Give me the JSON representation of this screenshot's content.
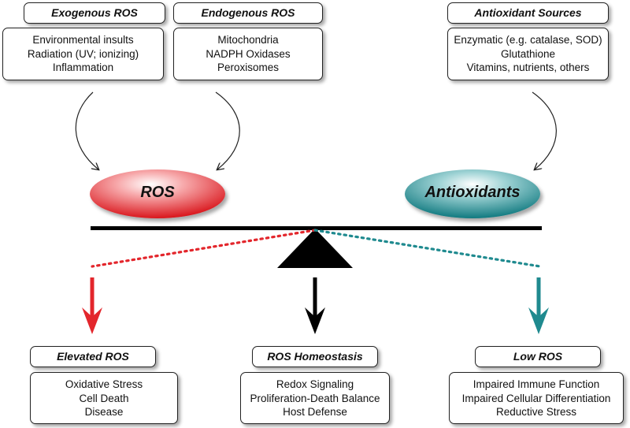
{
  "sources": {
    "exogenous": {
      "title": "Exogenous ROS",
      "items": [
        "Environmental insults",
        "Radiation (UV; ionizing)",
        "Inflammation"
      ]
    },
    "endogenous": {
      "title": "Endogenous ROS",
      "items": [
        "Mitochondria",
        "NADPH Oxidases",
        "Peroxisomes"
      ]
    },
    "antioxidant_sources": {
      "title": "Antioxidant Sources",
      "items": [
        "Enzymatic (e.g. catalase, SOD)",
        "Glutathione",
        "Vitamins, nutrients, others"
      ]
    }
  },
  "balance": {
    "ros_label": "ROS",
    "antioxidants_label": "Antioxidants",
    "colors": {
      "ros": "#e3262c",
      "antioxidants": "#1f8a8f",
      "homeostasis": "#111111"
    }
  },
  "outcomes": {
    "elevated": {
      "title": "Elevated ROS",
      "items": [
        "Oxidative Stress",
        "Cell Death",
        "Disease"
      ]
    },
    "homeostasis": {
      "title": "ROS Homeostasis",
      "items": [
        "Redox Signaling",
        "Proliferation-Death Balance",
        "Host Defense"
      ]
    },
    "low": {
      "title": "Low ROS",
      "items": [
        "Impaired Immune Function",
        "Impaired Cellular Differentiation",
        "Reductive Stress"
      ]
    }
  }
}
